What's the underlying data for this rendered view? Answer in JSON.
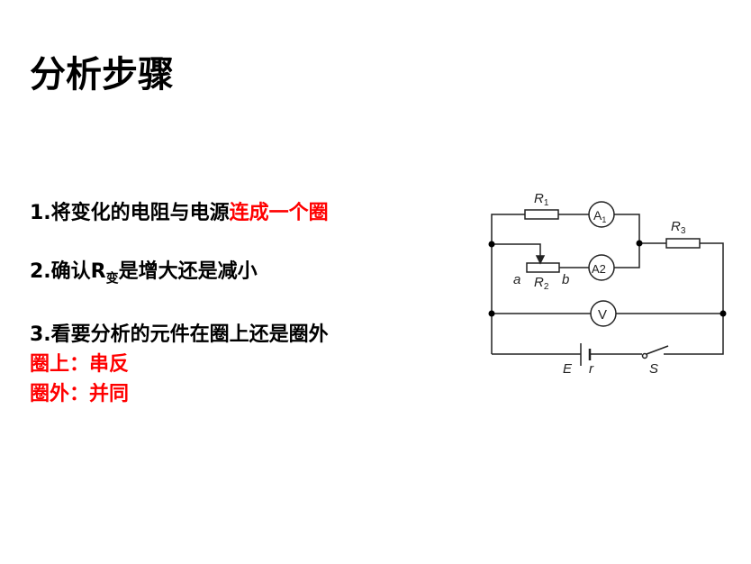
{
  "title": "分析步骤",
  "steps": [
    {
      "text": "1.将变化的电阻与电源",
      "highlight": "连成一个圈"
    },
    {
      "text": "2.确认R",
      "sub": "变",
      "rest": "是增大还是减小"
    },
    {
      "text": "3.看要分析的元件在圈上还是圈外"
    }
  ],
  "rules": [
    "圈上：串反",
    "圈外：并同"
  ],
  "circuit": {
    "r1": "R",
    "r1_sub": "1",
    "r2": "R",
    "r2_sub": "2",
    "r3": "R",
    "r3_sub": "3",
    "a1": "A",
    "a1_sub": "1",
    "a2": "A2",
    "v": "V",
    "a": "a",
    "b": "b",
    "e": "E",
    "r": "r",
    "s": "S"
  }
}
